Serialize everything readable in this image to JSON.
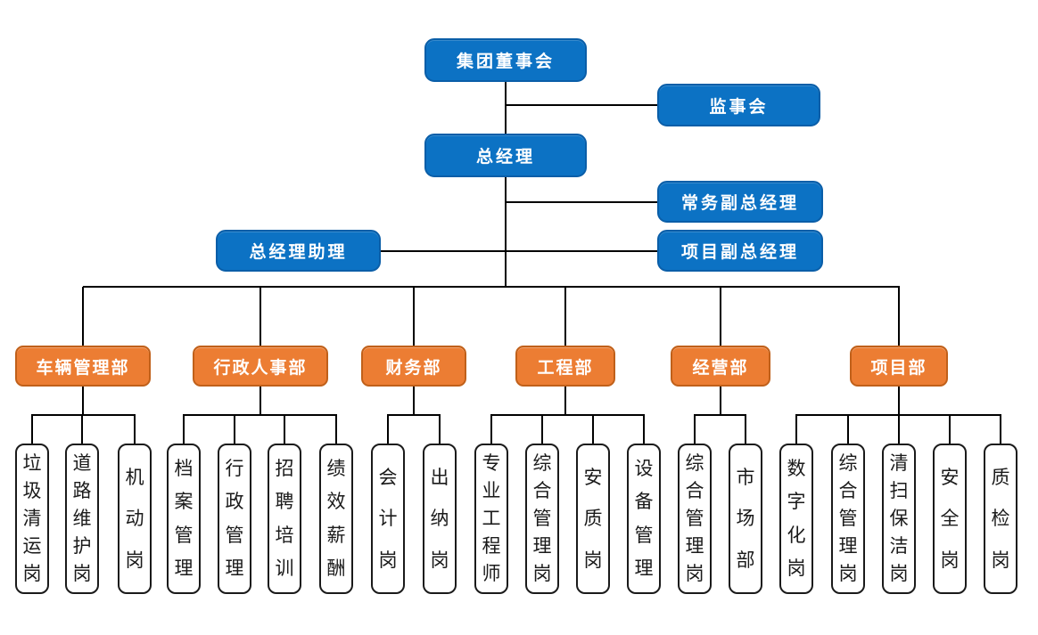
{
  "org_chart": {
    "board": "集团董事会",
    "supervisory_board": "监事会",
    "general_manager": "总经理",
    "executive_deputy_gm": "常务副总经理",
    "gm_assistant": "总经理助理",
    "project_deputy_gm": "项目副总经理",
    "departments": [
      {
        "name": "车辆管理部",
        "positions": [
          "垃圾清运岗",
          "道路维护岗",
          "机动岗"
        ]
      },
      {
        "name": "行政人事部",
        "positions": [
          "档案管理",
          "行政管理",
          "招聘培训",
          "绩效薪酬"
        ]
      },
      {
        "name": "财务部",
        "positions": [
          "会计岗",
          "出纳岗"
        ]
      },
      {
        "name": "工程部",
        "positions": [
          "专业工程师",
          "综合管理岗",
          "安质岗",
          "设备管理"
        ]
      },
      {
        "name": "经营部",
        "positions": [
          "综合管理岗",
          "市场部"
        ]
      },
      {
        "name": "项目部",
        "positions": [
          "数字化岗",
          "综合管理岗",
          "清扫保洁岗",
          "安全岗",
          "质检岗"
        ]
      }
    ],
    "colors": {
      "executive_box_fill": "#0C72C4",
      "executive_box_border": "#0A5EA8",
      "department_box_fill": "#EC7D33",
      "department_box_border": "#C0601A",
      "position_box_border": "#1A1A1A",
      "connector": "#000000",
      "box_text": "#FFFFFF",
      "position_text": "#1A1A1A"
    }
  }
}
